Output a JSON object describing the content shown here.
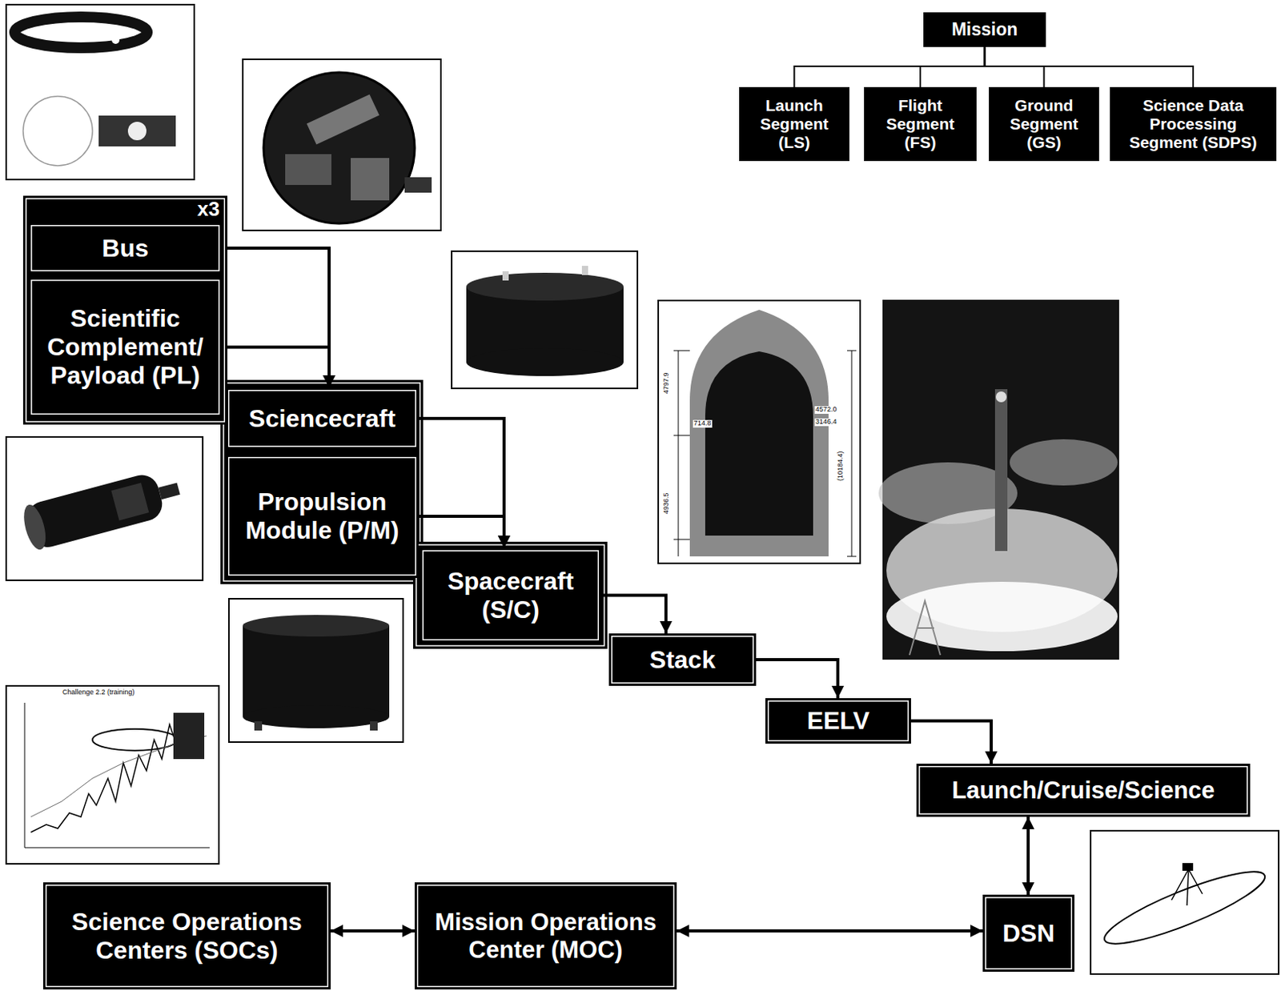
{
  "diagram": {
    "nodes": [
      {
        "text": [
          "Mission"
        ]
      },
      {
        "text": [
          "Launch Segment (LS)"
        ]
      },
      {
        "text": [
          "Flight Segment (FS)"
        ]
      },
      {
        "text": [
          "Ground Segment (GS)"
        ]
      },
      {
        "text": [
          "Science Data Processing Segment (SDPS)"
        ]
      },
      {
        "text": [
          "x3"
        ]
      },
      {
        "text": [
          "Bus"
        ],
        "in": 5
      },
      {
        "text": [
          "Scientific Complement/ Payload (PL)"
        ],
        "in": 5
      },
      {
        "text": [
          "Sciencecraft"
        ]
      },
      {
        "text": [
          "Propulsion Module (P/M)"
        ]
      },
      {
        "text": [
          "Spacecraft (S/C)"
        ]
      },
      {
        "text": [
          "Stack"
        ]
      },
      {
        "text": [
          "EELV"
        ]
      },
      {
        "text": [
          "Launch/Cruise/Science"
        ]
      },
      {
        "text": [
          "DSN"
        ]
      },
      {
        "text": [
          "Mission Operations Center (MOC)"
        ]
      },
      {
        "text": [
          "Science Operations Centers (SOCs)"
        ]
      }
    ],
    "edges": [
      {
        "from": 0,
        "to": 1,
        "arrow": "none"
      },
      {
        "from": 0,
        "to": 2,
        "arrow": "none"
      },
      {
        "from": 0,
        "to": 3,
        "arrow": "none"
      },
      {
        "from": 0,
        "to": 4,
        "arrow": "none"
      },
      {
        "from": 6,
        "to": 8,
        "arrow": "to"
      },
      {
        "from": 7,
        "to": 8,
        "arrow": "to"
      },
      {
        "from": 8,
        "to": 10,
        "arrow": "to"
      },
      {
        "from": 9,
        "to": 10,
        "arrow": "to"
      },
      {
        "from": 10,
        "to": 11,
        "arrow": "to"
      },
      {
        "from": 11,
        "to": 12,
        "arrow": "to"
      },
      {
        "from": 12,
        "to": 13,
        "arrow": "to"
      },
      {
        "from": 13,
        "to": 14,
        "arrow": "both"
      },
      {
        "from": 14,
        "to": 15,
        "arrow": "both"
      },
      {
        "from": 15,
        "to": 16,
        "arrow": "both"
      }
    ],
    "labels": [
      "4797.9",
      "714.8",
      "4936.5",
      "4572.0",
      "3146.4",
      "(10184.4)",
      "Challenge 2.2 (training)"
    ]
  }
}
